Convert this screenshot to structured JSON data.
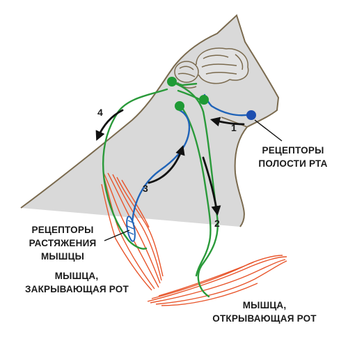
{
  "labels": {
    "mouth_receptors": [
      "РЕЦЕПТОРЫ",
      "ПОЛОСТИ РТА"
    ],
    "stretch_receptors": [
      "РЕЦЕПТОРЫ",
      "РАСТЯЖЕНИЯ",
      "МЫШЦЫ"
    ],
    "closing_muscle": [
      "МЫШЦА,",
      "ЗАКРЫВАЮЩАЯ РОТ"
    ],
    "opening_muscle": [
      "МЫШЦА,",
      "ОТКРЫВАЮЩАЯ РОТ"
    ]
  },
  "steps": [
    "1",
    "2",
    "3",
    "4"
  ],
  "colors": {
    "outline": "#7a6a4e",
    "body_fill": "#d9d9d9",
    "muscle": "#e8552b",
    "green_path": "#2a9a3a",
    "blue_path": "#1f63b8",
    "neuron_green": "#1f9a35",
    "neuron_blue": "#1e4fb0",
    "arrow": "#111111"
  }
}
